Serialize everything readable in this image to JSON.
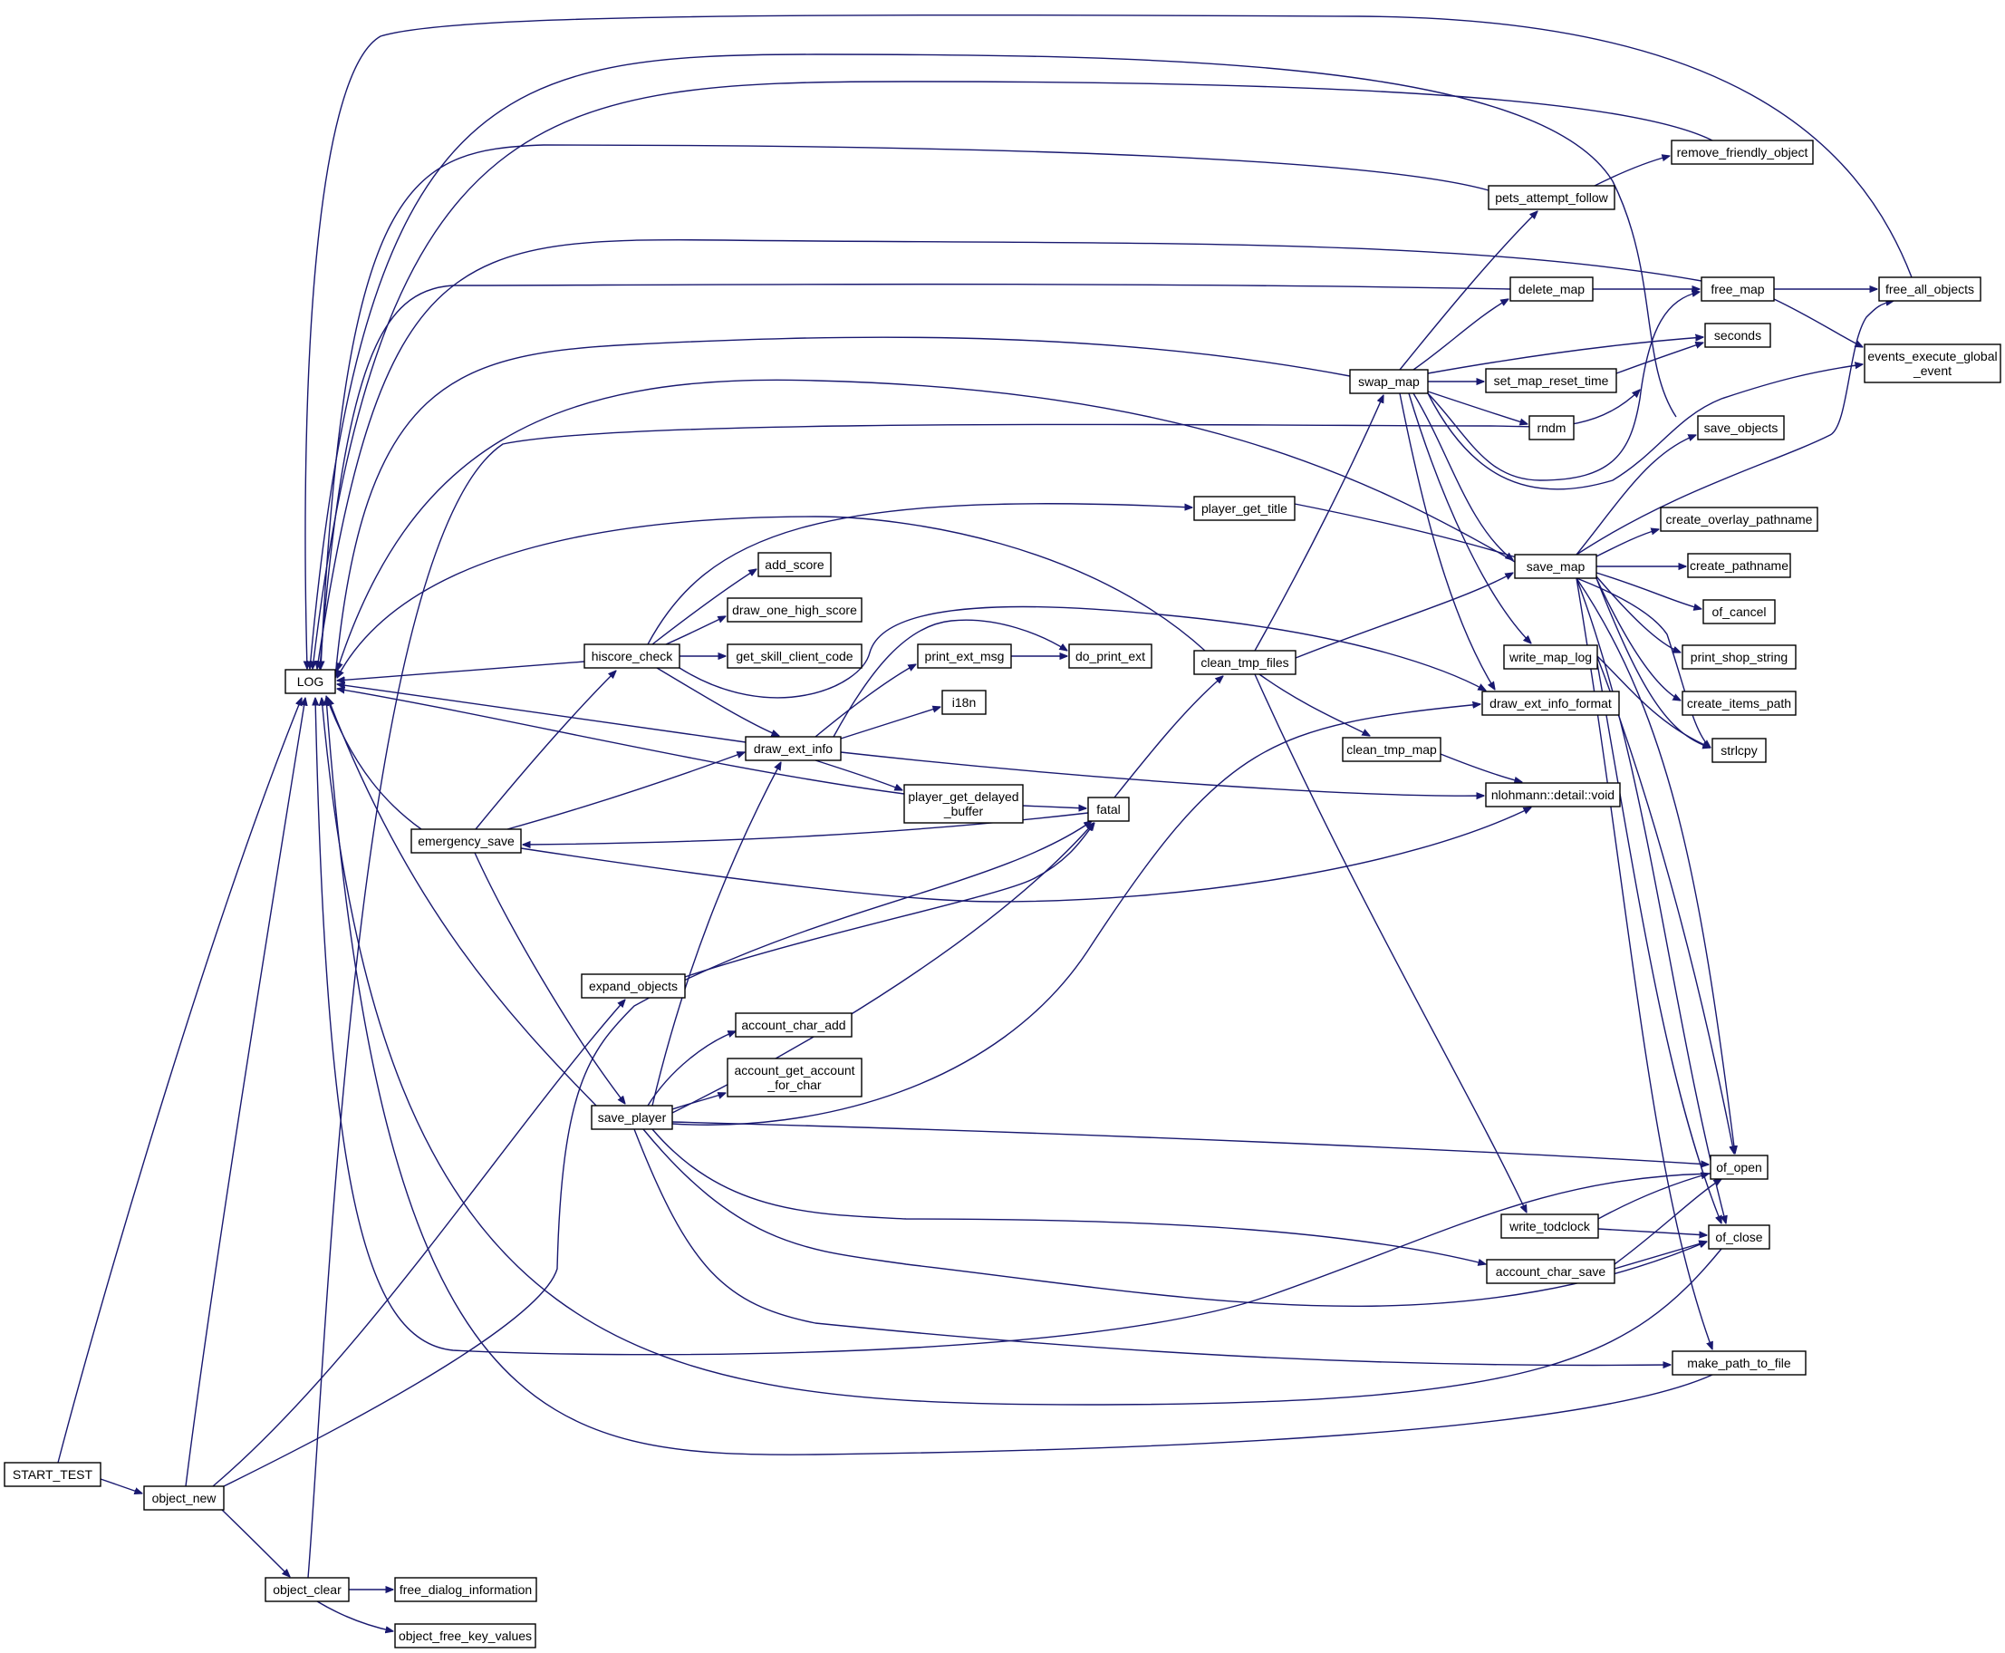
{
  "colors": {
    "edge": "#191970",
    "border_default": "#000000",
    "border_truncated": "#ff0000",
    "root_fill": "#bfbfbf",
    "fill": "#ffffff"
  },
  "nodes": [
    {
      "id": "start_test",
      "lines": [
        "START_TEST"
      ],
      "style": "root"
    },
    {
      "id": "object_new",
      "lines": [
        "object_new"
      ],
      "style": "default"
    },
    {
      "id": "log",
      "lines": [
        "LOG"
      ],
      "style": "default"
    },
    {
      "id": "object_clear",
      "lines": [
        "object_clear"
      ],
      "style": "default"
    },
    {
      "id": "free_dialog_information",
      "lines": [
        "free_dialog_information"
      ],
      "style": "default"
    },
    {
      "id": "object_free_key_values",
      "lines": [
        "object_free_key_values"
      ],
      "style": "default"
    },
    {
      "id": "emergency_save",
      "lines": [
        "emergency_save"
      ],
      "style": "default"
    },
    {
      "id": "expand_objects",
      "lines": [
        "expand_objects"
      ],
      "style": "default"
    },
    {
      "id": "hiscore_check",
      "lines": [
        "hiscore_check"
      ],
      "style": "default"
    },
    {
      "id": "save_player",
      "lines": [
        "save_player"
      ],
      "style": "truncated"
    },
    {
      "id": "add_score",
      "lines": [
        "add_score"
      ],
      "style": "truncated"
    },
    {
      "id": "draw_one_high_score",
      "lines": [
        "draw_one_high_score"
      ],
      "style": "default"
    },
    {
      "id": "get_skill_client_code",
      "lines": [
        "get_skill_client_code"
      ],
      "style": "default"
    },
    {
      "id": "draw_ext_info",
      "lines": [
        "draw_ext_info"
      ],
      "style": "default"
    },
    {
      "id": "account_char_add",
      "lines": [
        "account_char_add"
      ],
      "style": "truncated"
    },
    {
      "id": "account_get_account_for_char",
      "lines": [
        "account_get_account",
        "_for_char"
      ],
      "style": "default"
    },
    {
      "id": "print_ext_msg",
      "lines": [
        "print_ext_msg"
      ],
      "style": "truncated"
    },
    {
      "id": "i18n",
      "lines": [
        "i18n"
      ],
      "style": "truncated"
    },
    {
      "id": "player_get_delayed_buffer",
      "lines": [
        "player_get_delayed",
        "_buffer"
      ],
      "style": "truncated"
    },
    {
      "id": "do_print_ext",
      "lines": [
        "do_print_ext"
      ],
      "style": "truncated"
    },
    {
      "id": "fatal",
      "lines": [
        "fatal"
      ],
      "style": "default"
    },
    {
      "id": "player_get_title",
      "lines": [
        "player_get_title"
      ],
      "style": "default"
    },
    {
      "id": "clean_tmp_files",
      "lines": [
        "clean_tmp_files"
      ],
      "style": "default"
    },
    {
      "id": "swap_map",
      "lines": [
        "swap_map"
      ],
      "style": "default"
    },
    {
      "id": "clean_tmp_map",
      "lines": [
        "clean_tmp_map"
      ],
      "style": "default"
    },
    {
      "id": "pets_attempt_follow",
      "lines": [
        "pets_attempt_follow"
      ],
      "style": "truncated"
    },
    {
      "id": "delete_map",
      "lines": [
        "delete_map"
      ],
      "style": "default"
    },
    {
      "id": "set_map_reset_time",
      "lines": [
        "set_map_reset_time"
      ],
      "style": "default"
    },
    {
      "id": "rndm",
      "lines": [
        "rndm"
      ],
      "style": "default"
    },
    {
      "id": "save_map",
      "lines": [
        "save_map"
      ],
      "style": "default"
    },
    {
      "id": "write_map_log",
      "lines": [
        "write_map_log"
      ],
      "style": "default"
    },
    {
      "id": "draw_ext_info_format",
      "lines": [
        "draw_ext_info_format"
      ],
      "style": "default"
    },
    {
      "id": "write_todclock",
      "lines": [
        "write_todclock"
      ],
      "style": "default"
    },
    {
      "id": "account_char_save",
      "lines": [
        "account_char_save"
      ],
      "style": "default"
    },
    {
      "id": "remove_friendly_object",
      "lines": [
        "remove_friendly_object"
      ],
      "style": "default"
    },
    {
      "id": "free_map",
      "lines": [
        "free_map"
      ],
      "style": "truncated"
    },
    {
      "id": "seconds",
      "lines": [
        "seconds"
      ],
      "style": "default"
    },
    {
      "id": "save_objects",
      "lines": [
        "save_objects"
      ],
      "style": "truncated"
    },
    {
      "id": "create_overlay_pathname",
      "lines": [
        "create_overlay_pathname"
      ],
      "style": "default"
    },
    {
      "id": "create_pathname",
      "lines": [
        "create_pathname"
      ],
      "style": "default"
    },
    {
      "id": "of_cancel",
      "lines": [
        "of_cancel"
      ],
      "style": "default"
    },
    {
      "id": "print_shop_string",
      "lines": [
        "print_shop_string"
      ],
      "style": "default"
    },
    {
      "id": "create_items_path",
      "lines": [
        "create_items_path"
      ],
      "style": "default"
    },
    {
      "id": "strlcpy",
      "lines": [
        "strlcpy"
      ],
      "style": "default"
    },
    {
      "id": "nlohmann_detail_void",
      "lines": [
        "nlohmann::detail::void"
      ],
      "style": "truncated"
    },
    {
      "id": "of_open",
      "lines": [
        "of_open"
      ],
      "style": "default"
    },
    {
      "id": "of_close",
      "lines": [
        "of_close"
      ],
      "style": "default"
    },
    {
      "id": "make_path_to_file",
      "lines": [
        "make_path_to_file"
      ],
      "style": "default"
    },
    {
      "id": "free_all_objects",
      "lines": [
        "free_all_objects"
      ],
      "style": "truncated"
    },
    {
      "id": "events_execute_global_event",
      "lines": [
        "events_execute_global",
        "_event"
      ],
      "style": "default"
    }
  ],
  "edges": [
    [
      "start_test",
      "log"
    ],
    [
      "start_test",
      "object_new"
    ],
    [
      "object_new",
      "log"
    ],
    [
      "object_new",
      "object_clear"
    ],
    [
      "object_new",
      "expand_objects"
    ],
    [
      "object_new",
      "fatal"
    ],
    [
      "object_clear",
      "log"
    ],
    [
      "object_clear",
      "free_dialog_information"
    ],
    [
      "object_clear",
      "object_free_key_values"
    ],
    [
      "emergency_save",
      "log"
    ],
    [
      "emergency_save",
      "hiscore_check"
    ],
    [
      "emergency_save",
      "draw_ext_info"
    ],
    [
      "emergency_save",
      "save_player"
    ],
    [
      "expand_objects",
      "fatal"
    ],
    [
      "hiscore_check",
      "log"
    ],
    [
      "hiscore_check",
      "add_score"
    ],
    [
      "hiscore_check",
      "draw_one_high_score"
    ],
    [
      "hiscore_check",
      "get_skill_client_code"
    ],
    [
      "hiscore_check",
      "draw_ext_info"
    ],
    [
      "hiscore_check",
      "player_get_title"
    ],
    [
      "hiscore_check",
      "draw_ext_info_format"
    ],
    [
      "save_player",
      "log"
    ],
    [
      "save_player",
      "account_char_add"
    ],
    [
      "save_player",
      "account_get_account_for_char"
    ],
    [
      "save_player",
      "draw_ext_info"
    ],
    [
      "save_player",
      "fatal"
    ],
    [
      "save_player",
      "draw_ext_info_format"
    ],
    [
      "save_player",
      "of_open"
    ],
    [
      "save_player",
      "account_char_save"
    ],
    [
      "save_player",
      "of_close"
    ],
    [
      "save_player",
      "make_path_to_file"
    ],
    [
      "draw_ext_info",
      "log"
    ],
    [
      "draw_ext_info",
      "print_ext_msg"
    ],
    [
      "draw_ext_info",
      "i18n"
    ],
    [
      "draw_ext_info",
      "player_get_delayed_buffer"
    ],
    [
      "draw_ext_info",
      "do_print_ext"
    ],
    [
      "draw_ext_info",
      "nlohmann_detail_void"
    ],
    [
      "print_ext_msg",
      "do_print_ext"
    ],
    [
      "player_get_delayed_buffer",
      "log"
    ],
    [
      "player_get_delayed_buffer",
      "fatal"
    ],
    [
      "fatal",
      "emergency_save"
    ],
    [
      "fatal",
      "clean_tmp_files"
    ],
    [
      "player_get_title",
      "strlcpy"
    ],
    [
      "clean_tmp_files",
      "log"
    ],
    [
      "clean_tmp_files",
      "swap_map"
    ],
    [
      "clean_tmp_files",
      "save_map"
    ],
    [
      "clean_tmp_files",
      "clean_tmp_map"
    ],
    [
      "clean_tmp_files",
      "write_todclock"
    ],
    [
      "clean_tmp_map",
      "nlohmann_detail_void"
    ],
    [
      "swap_map",
      "log"
    ],
    [
      "swap_map",
      "pets_attempt_follow"
    ],
    [
      "swap_map",
      "delete_map"
    ],
    [
      "swap_map",
      "seconds"
    ],
    [
      "swap_map",
      "set_map_reset_time"
    ],
    [
      "swap_map",
      "rndm"
    ],
    [
      "swap_map",
      "free_map"
    ],
    [
      "swap_map",
      "events_execute_global_event"
    ],
    [
      "swap_map",
      "save_map"
    ],
    [
      "swap_map",
      "write_map_log"
    ],
    [
      "swap_map",
      "draw_ext_info_format"
    ],
    [
      "pets_attempt_follow",
      "log"
    ],
    [
      "pets_attempt_follow",
      "remove_friendly_object"
    ],
    [
      "remove_friendly_object",
      "log"
    ],
    [
      "delete_map",
      "log"
    ],
    [
      "delete_map",
      "free_map"
    ],
    [
      "free_map",
      "log"
    ],
    [
      "free_map",
      "free_all_objects"
    ],
    [
      "free_map",
      "events_execute_global_event"
    ],
    [
      "free_all_objects",
      "log"
    ],
    [
      "set_map_reset_time",
      "seconds"
    ],
    [
      "save_objects",
      "log"
    ],
    [
      "save_map",
      "log"
    ],
    [
      "save_map",
      "free_all_objects"
    ],
    [
      "save_map",
      "save_objects"
    ],
    [
      "save_map",
      "create_overlay_pathname"
    ],
    [
      "save_map",
      "create_pathname"
    ],
    [
      "save_map",
      "of_cancel"
    ],
    [
      "save_map",
      "print_shop_string"
    ],
    [
      "save_map",
      "create_items_path"
    ],
    [
      "save_map",
      "strlcpy"
    ],
    [
      "save_map",
      "of_open"
    ],
    [
      "save_map",
      "of_close"
    ],
    [
      "save_map",
      "make_path_to_file"
    ],
    [
      "write_map_log",
      "strlcpy"
    ],
    [
      "write_map_log",
      "of_open"
    ],
    [
      "write_map_log",
      "of_close"
    ],
    [
      "write_todclock",
      "of_open"
    ],
    [
      "write_todclock",
      "of_close"
    ],
    [
      "account_char_save",
      "of_open"
    ],
    [
      "account_char_save",
      "of_close"
    ],
    [
      "of_open",
      "log"
    ],
    [
      "of_close",
      "log"
    ],
    [
      "make_path_to_file",
      "log"
    ],
    [
      "emergency_save",
      "nlohmann_detail_void"
    ]
  ]
}
